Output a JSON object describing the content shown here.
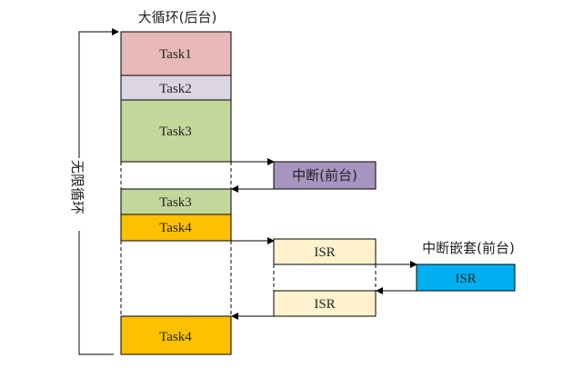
{
  "title": "大循环(后台)",
  "loop_label": "无限循环",
  "interrupt_label": "中断(前台)",
  "nested_label": "中断嵌套(前台)",
  "tasks": [
    "Task1",
    "Task2",
    "Task3",
    "Task3",
    "Task4",
    "Task4"
  ],
  "isr": [
    "ISR",
    "ISR",
    "ISR"
  ],
  "colors": {
    "task1": "#e6b8b7",
    "task2": "#dcd6e4",
    "task3": "#c4d79b",
    "task4": "#ffc000",
    "interrupt": "#a794bf",
    "isr": "#fff2cc",
    "nested_isr": "#00b0f0"
  }
}
